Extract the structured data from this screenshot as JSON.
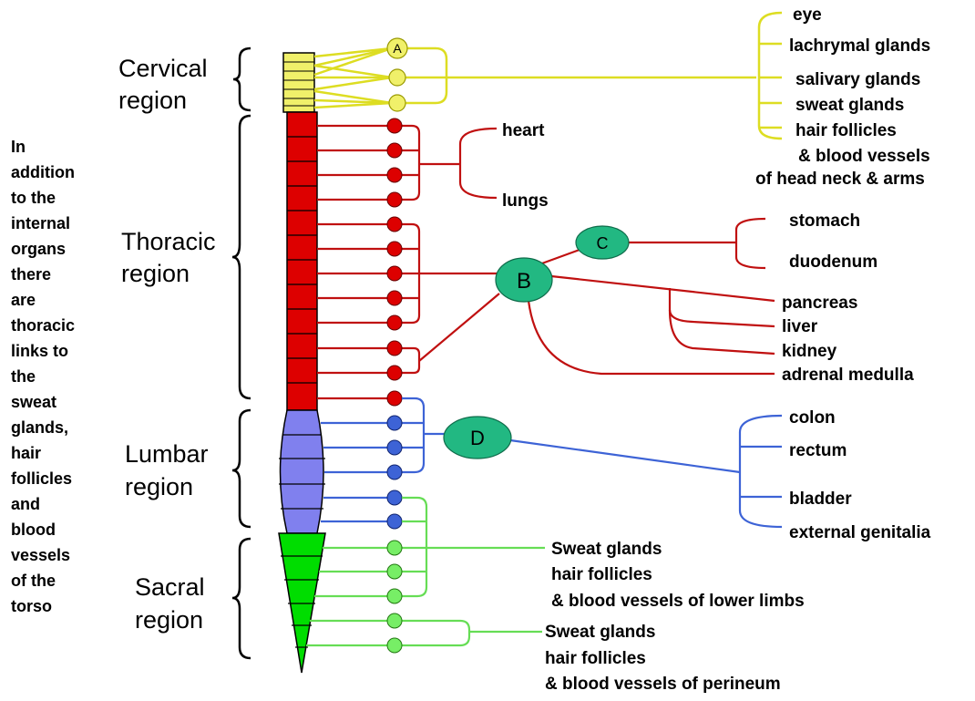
{
  "colors": {
    "cervical": "#f0f06a",
    "cervical_dark": "#dddd22",
    "thoracic": "#dd0000",
    "thoracic_line": "#c01010",
    "lumbar": "#8080ee",
    "lumbar_line": "#3d63d6",
    "sacral": "#00dd00",
    "sacral_line": "#66dd55",
    "ganglion": "#22b882"
  },
  "regions": {
    "cervical": [
      "Cervical",
      "region"
    ],
    "thoracic": [
      "Thoracic",
      "region"
    ],
    "lumbar": [
      "Lumbar",
      "region"
    ],
    "sacral": [
      "Sacral",
      "region"
    ]
  },
  "side_note": [
    "In",
    "addition",
    "to the",
    "internal",
    "organs",
    "there",
    "are",
    "thoracic",
    "links to",
    "the",
    "sweat",
    "glands,",
    "hair",
    "follicles",
    "and",
    "blood",
    "vessels",
    "of the",
    "torso"
  ],
  "ganglia": {
    "A": "A",
    "B": "B",
    "C": "C",
    "D": "D"
  },
  "targets": {
    "head": [
      "eye",
      "lachrymal glands",
      "salivary glands",
      "sweat glands",
      "hair follicles",
      "& blood vessels",
      "of head neck & arms"
    ],
    "heart": "heart",
    "lungs": "lungs",
    "stomach": "stomach",
    "duodenum": "duodenum",
    "pancreas": "pancreas",
    "liver": "liver",
    "kidney": "kidney",
    "adrenal": "adrenal medulla",
    "colon": "colon",
    "rectum": "rectum",
    "bladder": "bladder",
    "genitalia": "external genitalia",
    "lower_limbs": [
      "Sweat glands",
      "hair follicles",
      "& blood vessels of lower limbs"
    ],
    "perineum": [
      "Sweat glands",
      "hair follicles",
      "& blood vessels of perineum"
    ]
  }
}
